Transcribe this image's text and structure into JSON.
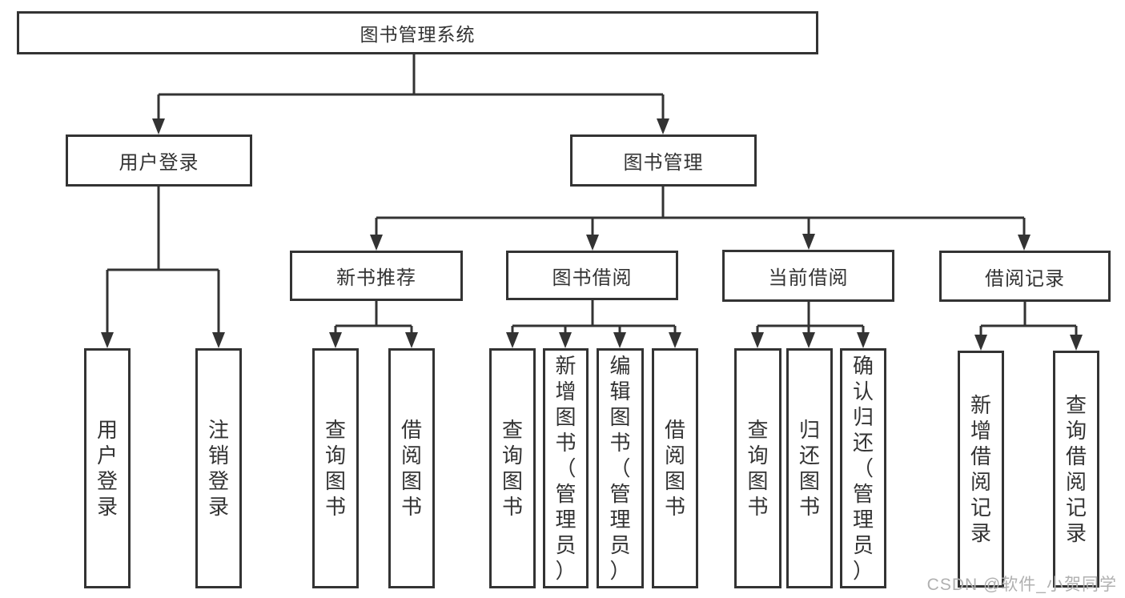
{
  "diagram_title": "图书管理系统",
  "nodes": {
    "root": "图书管理系统",
    "user_login_branch": "用户登录",
    "book_mgmt_branch": "图书管理",
    "new_book_rec": "新书推荐",
    "book_borrow": "图书借阅",
    "current_borrow": "当前借阅",
    "borrow_records": "借阅记录",
    "user_login_leaf": "用户登录",
    "logout_leaf": "注销登录",
    "query_book_rec": "查询图书",
    "borrow_book_rec": "借阅图书",
    "query_book_borrow": "查询图书",
    "add_book_admin": "新增图书（管理员）",
    "edit_book_admin": "编辑图书（管理员）",
    "borrow_book_borrow": "借阅图书",
    "query_book_current": "查询图书",
    "return_book": "归还图书",
    "confirm_return_admin": "确认归还（管理员）",
    "add_borrow_record": "新增借阅记录",
    "query_borrow_record": "查询借阅记录"
  },
  "hierarchy": {
    "图书管理系统": {
      "用户登录": [
        "用户登录",
        "注销登录"
      ],
      "图书管理": {
        "新书推荐": [
          "查询图书",
          "借阅图书"
        ],
        "图书借阅": [
          "查询图书",
          "新增图书（管理员）",
          "编辑图书（管理员）",
          "借阅图书"
        ],
        "当前借阅": [
          "查询图书",
          "归还图书",
          "确认归还（管理员）"
        ],
        "借阅记录": [
          "新增借阅记录",
          "查询借阅记录"
        ]
      }
    }
  },
  "watermark": "CSDN @软件_小贺同学",
  "colors": {
    "line": "#333333",
    "text": "#333333",
    "background": "#ffffff",
    "watermark": "#b0b0b0"
  }
}
